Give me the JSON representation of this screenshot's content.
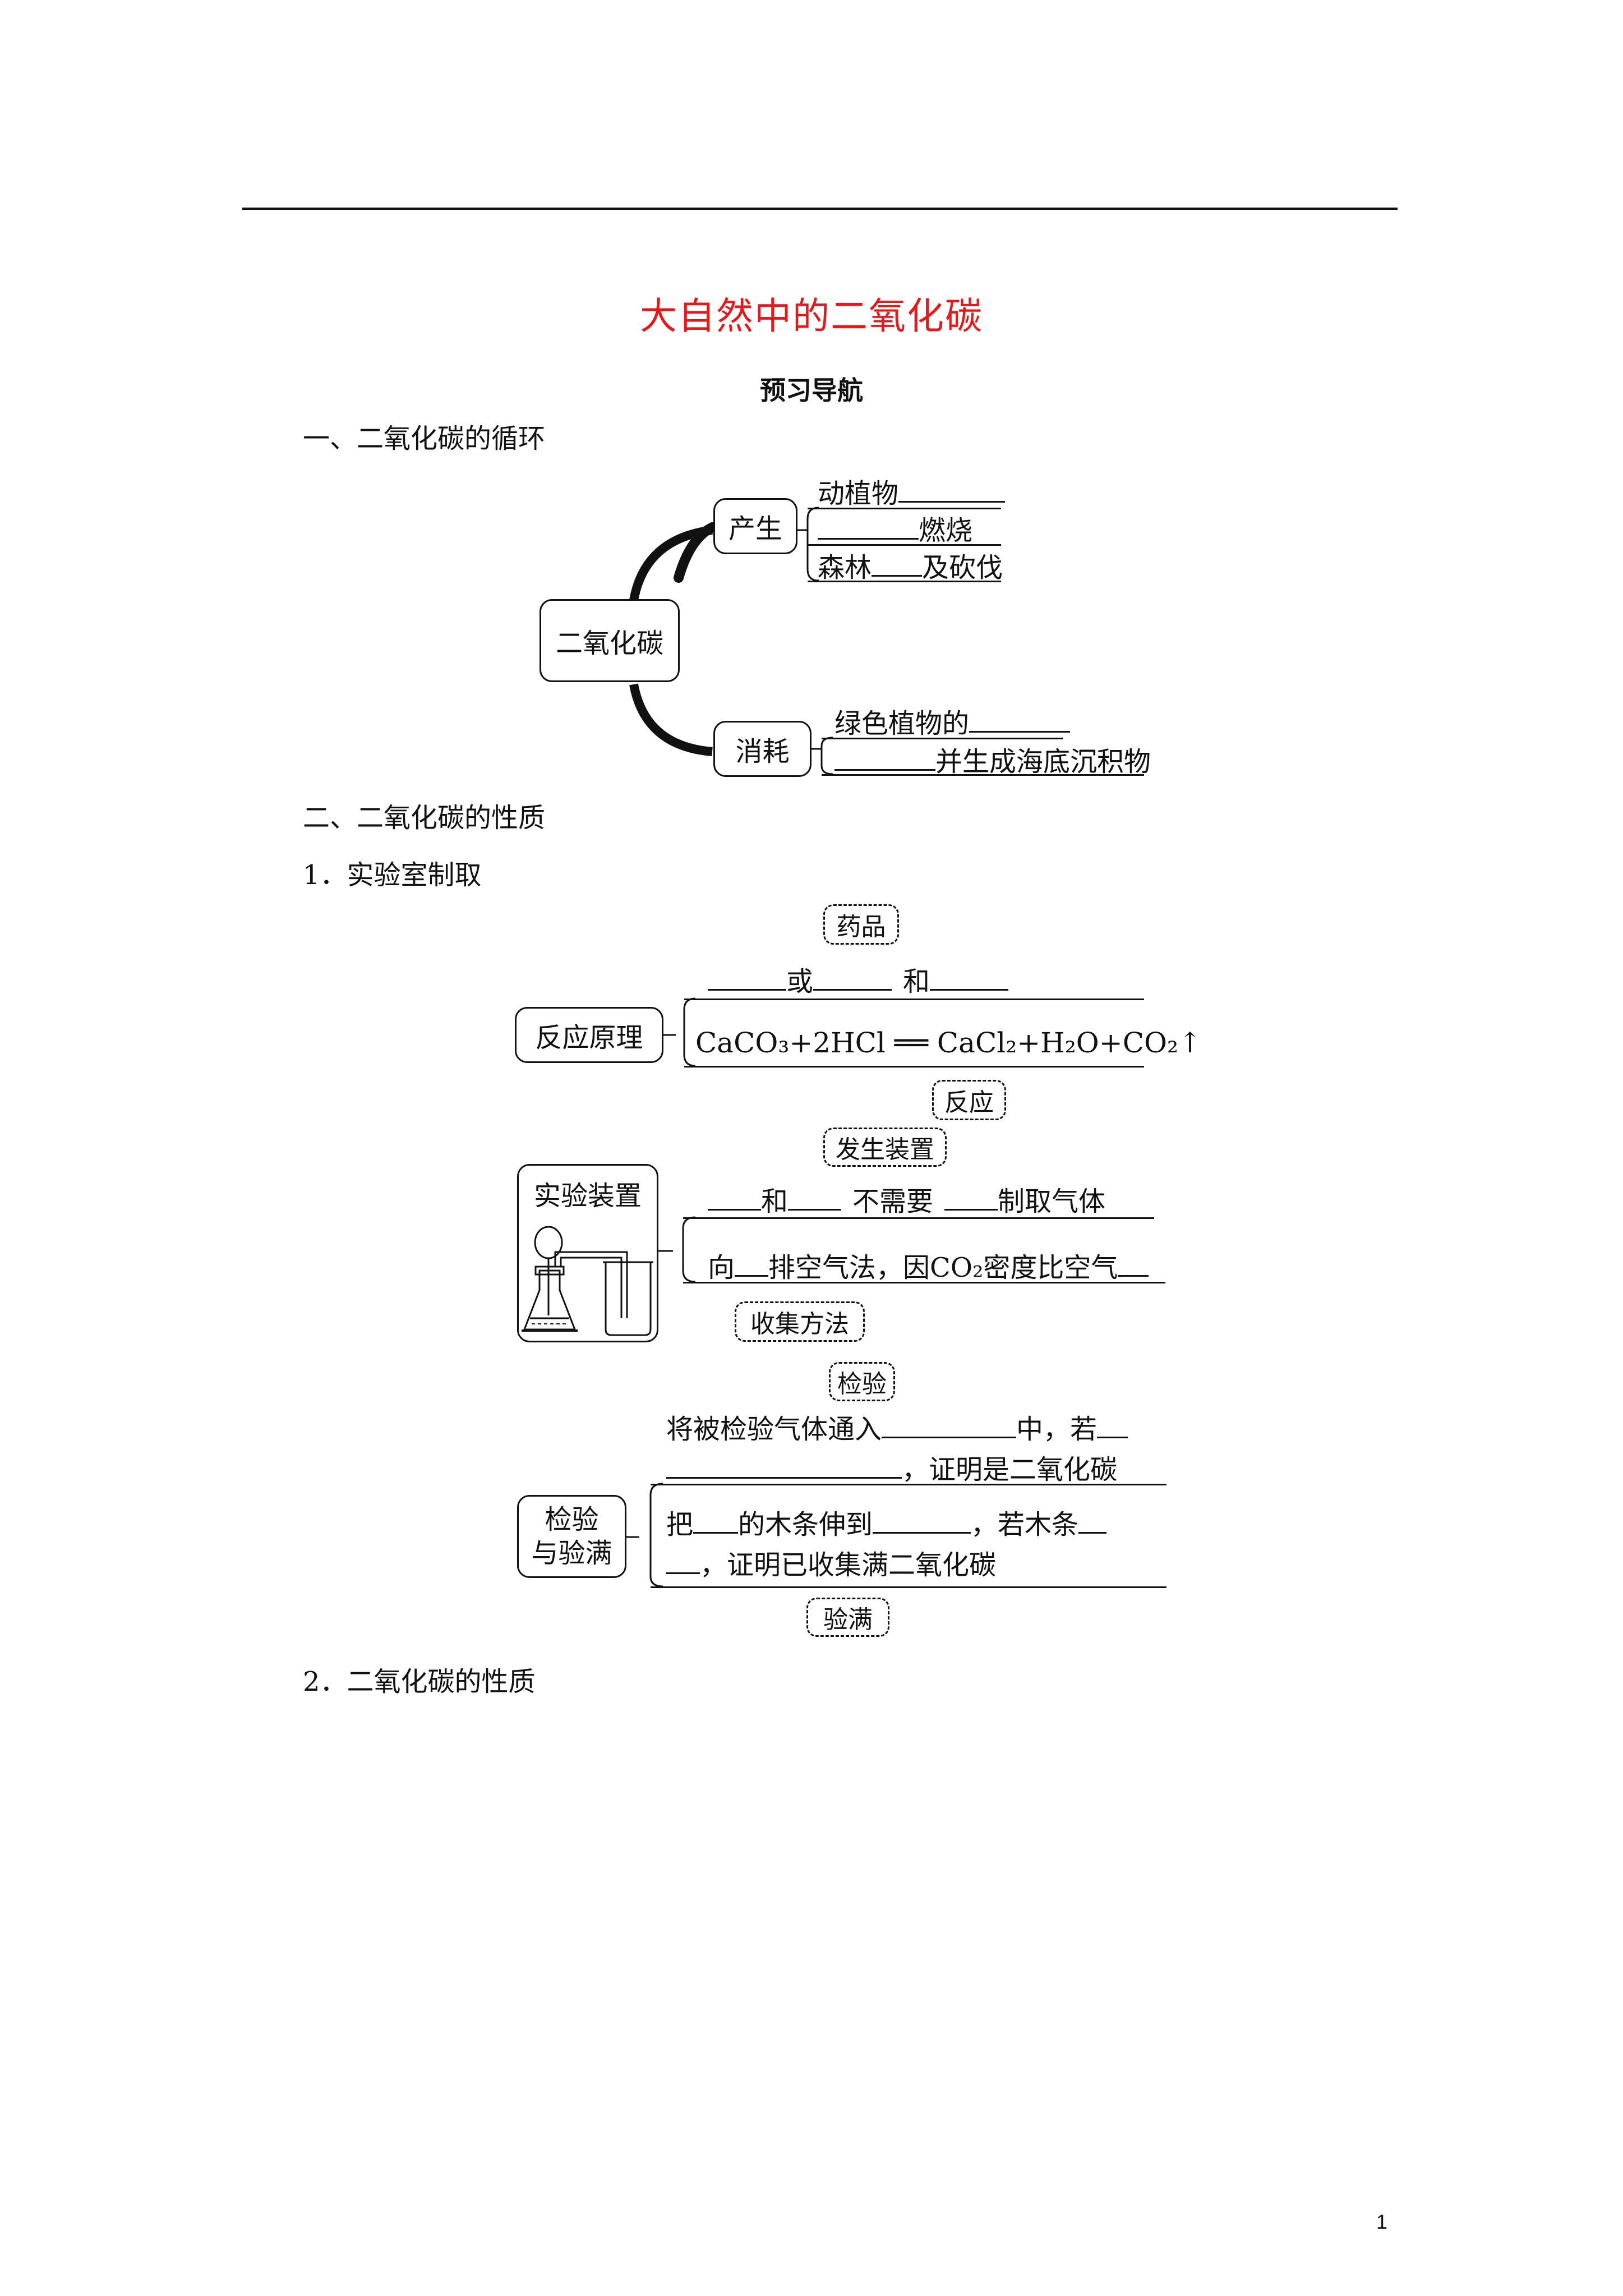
{
  "title": "大自然中的二氧化碳",
  "subtitle": "预习导航",
  "section1": {
    "heading": "一、二氧化碳的循环",
    "center": "二氧化碳",
    "produce": {
      "label": "产生",
      "items": [
        "动植物",
        "燃烧",
        "森林",
        "及砍伐"
      ]
    },
    "consume": {
      "label": "消耗",
      "items": [
        "绿色植物的",
        "并生成海底沉积物"
      ]
    }
  },
  "section2": {
    "heading": "二、二氧化碳的性质",
    "sub1": "1．实验室制取",
    "reagents_tag": "药品",
    "reagents_line": {
      "or": "或",
      "and": "和"
    },
    "principle_box": "反应原理",
    "equation": "CaCO₃+2HCl ══ CaCl₂+H₂O+CO₂↑",
    "reaction_tag": "反应",
    "apparatus_tag": "发生装置",
    "apparatus_box": "实验装置",
    "apparatus_line": {
      "and": "和",
      "no_need": "不需要",
      "make_gas": "制取气体"
    },
    "collect_line": {
      "to": "向",
      "method": "排空气法，因CO₂密度比空气"
    },
    "collect_tag": "收集方法",
    "test_tag": "检验",
    "test_line1": {
      "a": "将被检验气体通入",
      "b": "中，若"
    },
    "test_line2": "，证明是二氧化碳",
    "check_box": "检验\n与验满",
    "check_line1": {
      "a": "把",
      "b": "的木条伸到",
      "c": "，若木条"
    },
    "check_line2": "，证明已收集满二氧化碳",
    "full_tag": "验满",
    "sub2": "2．二氧化碳的性质"
  },
  "page_number": "1"
}
